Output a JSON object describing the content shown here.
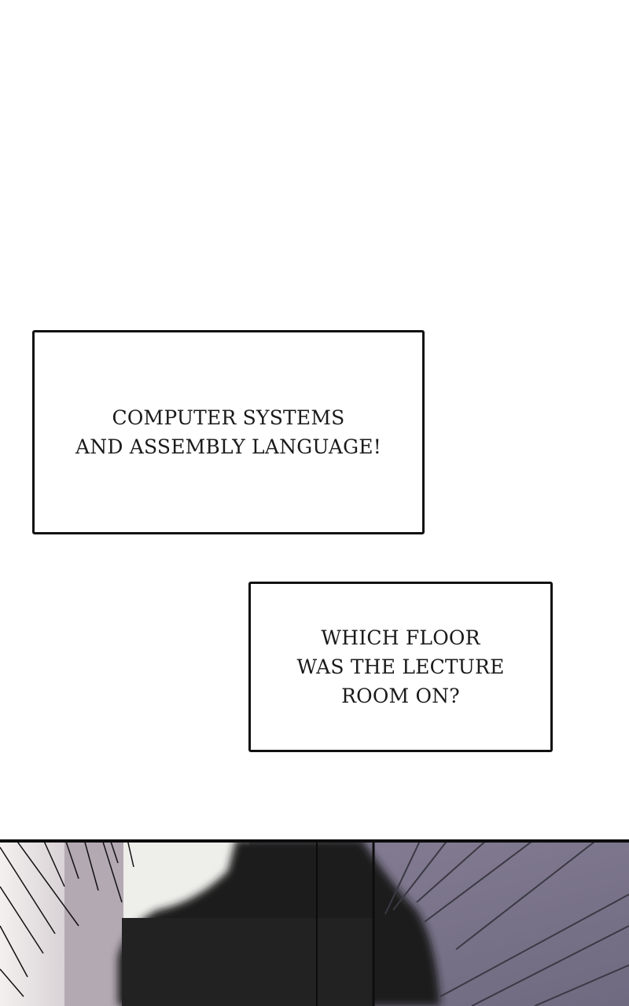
{
  "caption_box_1": {
    "lines": [
      "COMPUTER SYSTEMS",
      "AND ASSEMBLY LANGUAGE!"
    ]
  },
  "caption_box_2": {
    "lines": [
      "WHICH FLOOR",
      "WAS THE LECTURE",
      "ROOM ON?"
    ]
  },
  "colors": {
    "border": "#111111",
    "wall": "#7e7790",
    "figure": "#1d1d1d"
  }
}
